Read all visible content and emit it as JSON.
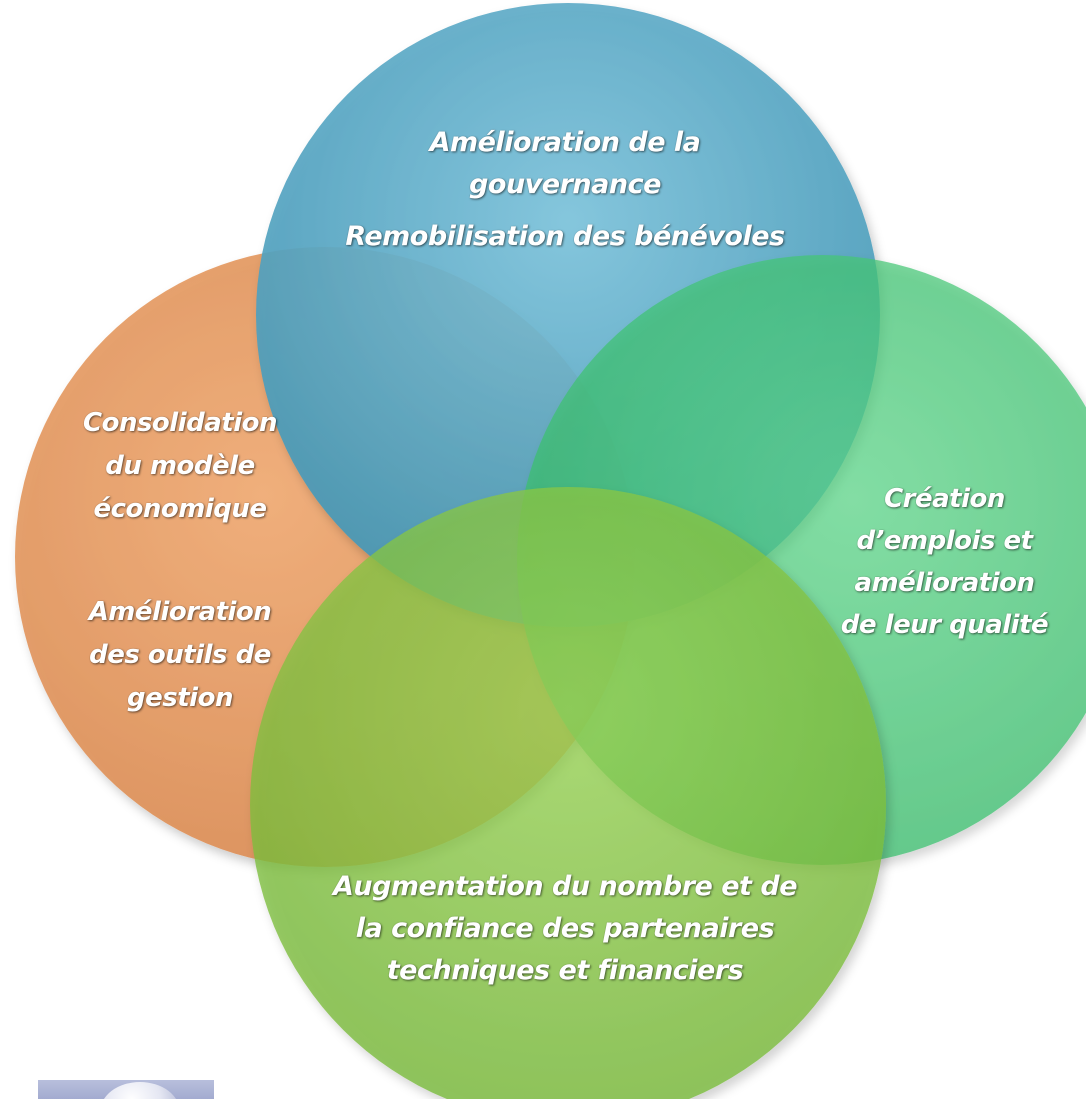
{
  "diagram": {
    "type": "venn-4",
    "circles": [
      {
        "id": "blue",
        "color": "#4a9fbf",
        "lines": [
          "Amélioration de la",
          "gouvernance",
          "",
          "Remobilisation des bénévoles"
        ]
      },
      {
        "id": "orange",
        "color": "#e8955a",
        "lines": [
          "Consolidation",
          "du modèle",
          "économique",
          "",
          "Amélioration",
          "des outils de",
          "gestion"
        ]
      },
      {
        "id": "green",
        "color": "#3ecb74",
        "lines": [
          "Création",
          "d’emplois et",
          "amélioration",
          "de leur qualité"
        ]
      },
      {
        "id": "lime",
        "color": "#82c53c",
        "lines": [
          "Augmentation du nombre et de",
          "la confiance des partenaires",
          "techniques et financiers"
        ]
      }
    ]
  },
  "logo": {
    "name": "logo-image"
  }
}
